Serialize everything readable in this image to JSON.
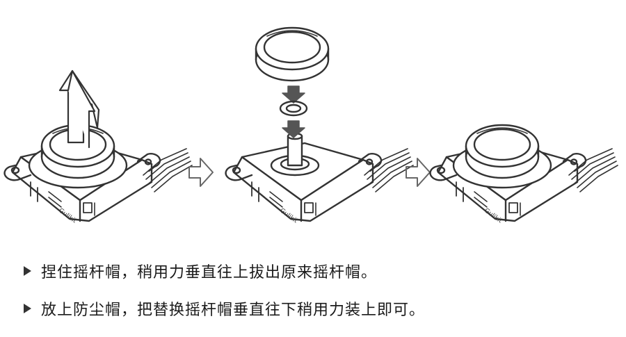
{
  "steps": [
    {
      "text": "捏住摇杆帽，稍用力垂直往上拔出原来摇杆帽。"
    },
    {
      "text": "放上防尘帽，把替换摇杆帽垂直往下稍用力装上即可。"
    }
  ],
  "module_brand": "Gulikit",
  "colors": {
    "line": "#333333",
    "arrow_fill": "#555555",
    "outline_arrow": "#666666",
    "background": "#ffffff"
  },
  "icons": [
    "up-arrow-icon",
    "down-arrow-icon",
    "right-arrow-icon"
  ]
}
